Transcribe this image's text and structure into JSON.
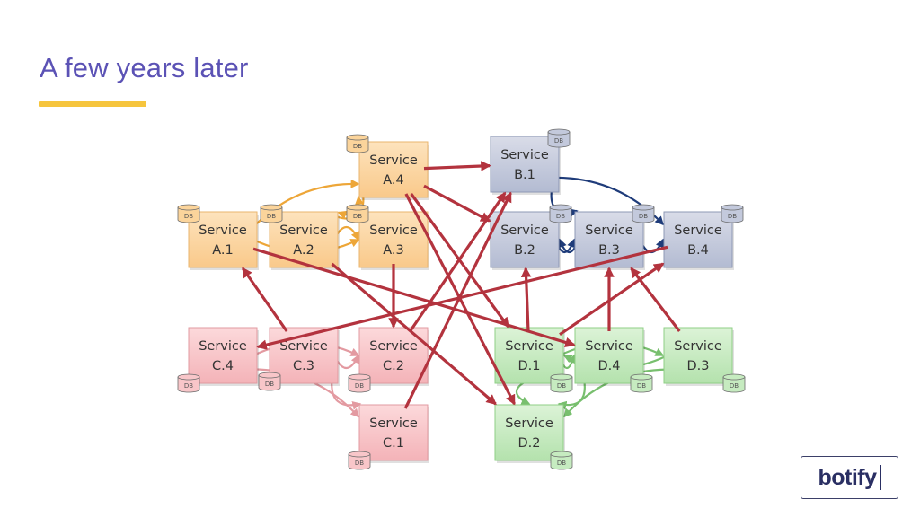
{
  "slide": {
    "title": "A few years later"
  },
  "logo": {
    "text": "botify"
  },
  "colors": {
    "title": "#5b52b5",
    "underline": "#f6c53d",
    "group_a": "#fbd49b",
    "group_b": "#c3c9dc",
    "group_c": "#f8c6c9",
    "group_d": "#c6ebc0",
    "cross_arrow": "#b3333e",
    "a_arrow": "#eda638",
    "b_arrow": "#1f3c7a",
    "c_arrow": "#e39aa1",
    "d_arrow": "#78bf6e"
  },
  "db_label": "DB",
  "services": [
    {
      "id": "A1",
      "line1": "Service",
      "line2": "A.1",
      "group": "a"
    },
    {
      "id": "A2",
      "line1": "Service",
      "line2": "A.2",
      "group": "a"
    },
    {
      "id": "A3",
      "line1": "Service",
      "line2": "A.3",
      "group": "a"
    },
    {
      "id": "A4",
      "line1": "Service",
      "line2": "A.4",
      "group": "a"
    },
    {
      "id": "B1",
      "line1": "Service",
      "line2": "B.1",
      "group": "b"
    },
    {
      "id": "B2",
      "line1": "Service",
      "line2": "B.2",
      "group": "b"
    },
    {
      "id": "B3",
      "line1": "Service",
      "line2": "B.3",
      "group": "b"
    },
    {
      "id": "B4",
      "line1": "Service",
      "line2": "B.4",
      "group": "b"
    },
    {
      "id": "C1",
      "line1": "Service",
      "line2": "C.1",
      "group": "c"
    },
    {
      "id": "C2",
      "line1": "Service",
      "line2": "C.2",
      "group": "c"
    },
    {
      "id": "C3",
      "line1": "Service",
      "line2": "C.3",
      "group": "c"
    },
    {
      "id": "C4",
      "line1": "Service",
      "line2": "C.4",
      "group": "c"
    },
    {
      "id": "D1",
      "line1": "Service",
      "line2": "D.1",
      "group": "d"
    },
    {
      "id": "D2",
      "line1": "Service",
      "line2": "D.2",
      "group": "d"
    },
    {
      "id": "D3",
      "line1": "Service",
      "line2": "D.3",
      "group": "d"
    },
    {
      "id": "D4",
      "line1": "Service",
      "line2": "D.4",
      "group": "d"
    }
  ],
  "dependencies": [
    {
      "from": "A1",
      "to": "D4",
      "kind": "cross"
    },
    {
      "from": "A2",
      "to": "D2",
      "kind": "cross"
    },
    {
      "from": "A4",
      "to": "B1",
      "kind": "cross"
    },
    {
      "from": "A4",
      "to": "B2",
      "kind": "cross"
    },
    {
      "from": "A4",
      "to": "D1",
      "kind": "cross"
    },
    {
      "from": "A4",
      "to": "D2",
      "kind": "cross"
    },
    {
      "from": "A3",
      "to": "C2",
      "kind": "cross"
    },
    {
      "from": "C3",
      "to": "A1",
      "kind": "cross"
    },
    {
      "from": "C1",
      "to": "B1",
      "kind": "cross"
    },
    {
      "from": "C2",
      "to": "B1",
      "kind": "cross"
    },
    {
      "from": "B4",
      "to": "C4",
      "kind": "cross"
    },
    {
      "from": "D1",
      "to": "B2",
      "kind": "cross"
    },
    {
      "from": "D4",
      "to": "B3",
      "kind": "cross"
    },
    {
      "from": "D3",
      "to": "B3",
      "kind": "cross"
    },
    {
      "from": "D1",
      "to": "B4",
      "kind": "cross"
    },
    {
      "from": "A1",
      "to": "A4",
      "kind": "a"
    },
    {
      "from": "A2",
      "to": "A4",
      "kind": "a"
    },
    {
      "from": "A2",
      "to": "A3",
      "kind": "a"
    },
    {
      "from": "A1",
      "to": "A3",
      "kind": "a"
    },
    {
      "from": "A4",
      "to": "A2",
      "kind": "a"
    },
    {
      "from": "B1",
      "to": "B3",
      "kind": "b"
    },
    {
      "from": "B1",
      "to": "B4",
      "kind": "b"
    },
    {
      "from": "B2",
      "to": "B3",
      "kind": "b"
    },
    {
      "from": "B3",
      "to": "B2",
      "kind": "b"
    },
    {
      "from": "B3",
      "to": "B4",
      "kind": "b"
    },
    {
      "from": "C4",
      "to": "C2",
      "kind": "c"
    },
    {
      "from": "C3",
      "to": "C2",
      "kind": "c"
    },
    {
      "from": "C4",
      "to": "C1",
      "kind": "c"
    },
    {
      "from": "C3",
      "to": "C1",
      "kind": "c"
    },
    {
      "from": "D1",
      "to": "D3",
      "kind": "d"
    },
    {
      "from": "D1",
      "to": "D4",
      "kind": "d"
    },
    {
      "from": "D3",
      "to": "D1",
      "kind": "d"
    },
    {
      "from": "D3",
      "to": "D2",
      "kind": "d"
    },
    {
      "from": "D4",
      "to": "D2",
      "kind": "d"
    },
    {
      "from": "D1",
      "to": "D2",
      "kind": "d"
    }
  ]
}
